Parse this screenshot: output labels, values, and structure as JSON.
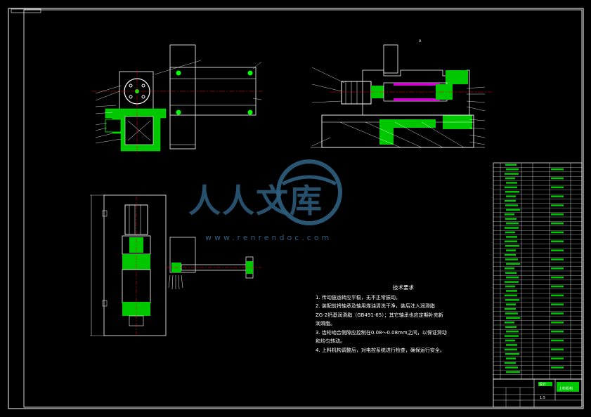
{
  "drawing": {
    "tech_requirements": {
      "title": "技术要求",
      "lines": [
        "1. 传动链运转应平稳，无不正常振动。",
        "2. 装配前将轴承及轴用煤油清洗干净，装后注入润滑脂",
        "ZG-2钙基润滑脂（GB491-65）；其它轴承也应定期补充新",
        "润滑脂。",
        "3. 齿轮啮合侧隙应控制在0.08～0.08mm之间，以保证滑动",
        "和均匀转动。",
        "4. 上料机构调整后，对电控系统进行检查，确保运行安全。"
      ]
    },
    "watermark": {
      "text": "人人文库",
      "url": "www.renrendoc.com"
    },
    "title_block": {
      "drawing_name": "上料机构",
      "approval_label": "设计",
      "scale_label": "1:5"
    },
    "colors": {
      "line": "#ffffff",
      "part": "#00ff00",
      "center": "#ff0000",
      "dim": "#00ffff",
      "hatch": "#ff00ff",
      "leader": "#ffffff",
      "watermark": "#2e5f80"
    }
  }
}
